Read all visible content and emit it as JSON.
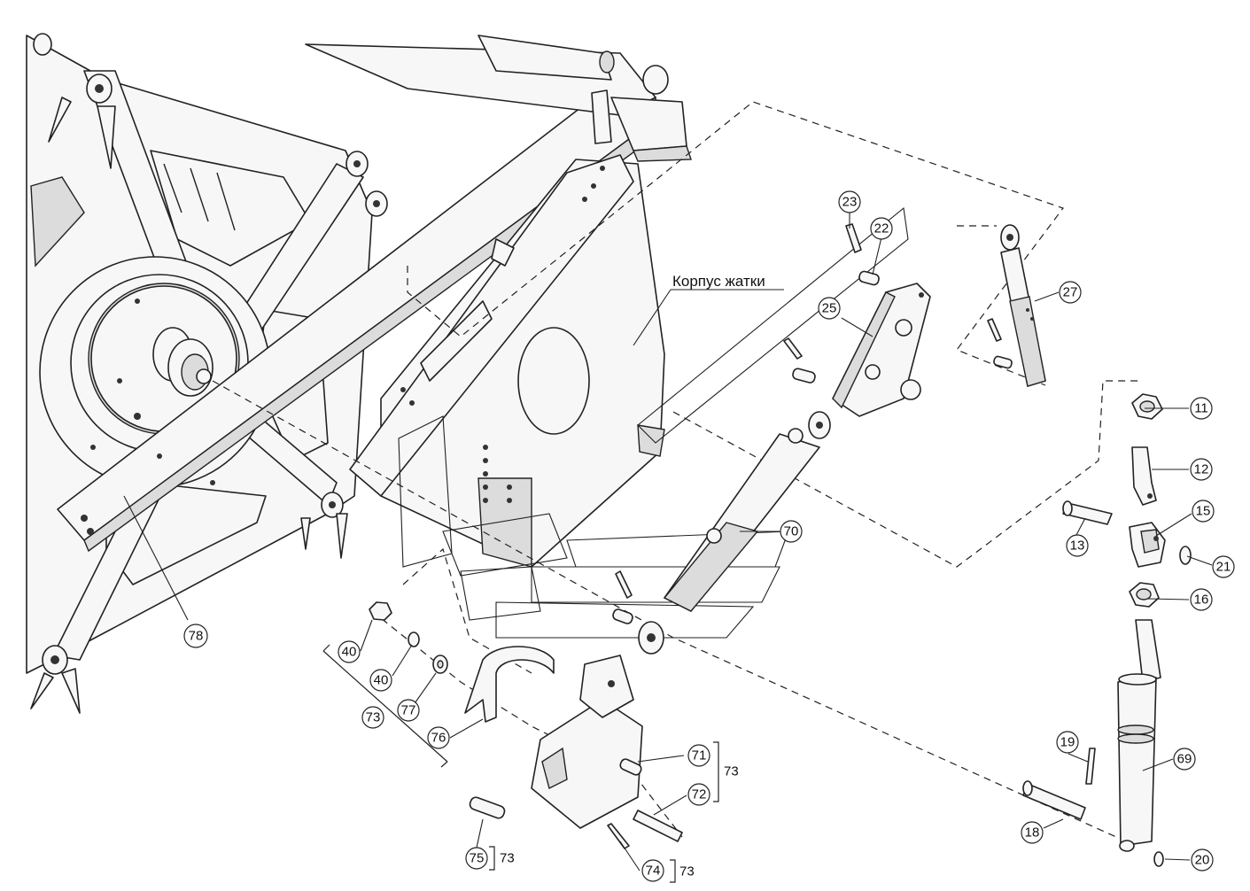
{
  "diagram": {
    "housing_label": "Корпус жатки",
    "callouts": {
      "c78": "78",
      "c23": "23",
      "c22": "22",
      "c25": "25",
      "c27": "27",
      "c11": "11",
      "c12": "12",
      "c13": "13",
      "c15": "15",
      "c21": "21",
      "c16": "16",
      "c70": "70",
      "c40a": "40",
      "c40b": "40",
      "c77": "77",
      "c73": "73",
      "c76": "76",
      "c71": "71",
      "c72": "72",
      "c75": "75",
      "c74": "74",
      "c19": "19",
      "c69": "69",
      "c18": "18",
      "c20": "20"
    },
    "bracket_refs": {
      "r71_72": "73",
      "r75": "73",
      "r74": "73"
    }
  }
}
